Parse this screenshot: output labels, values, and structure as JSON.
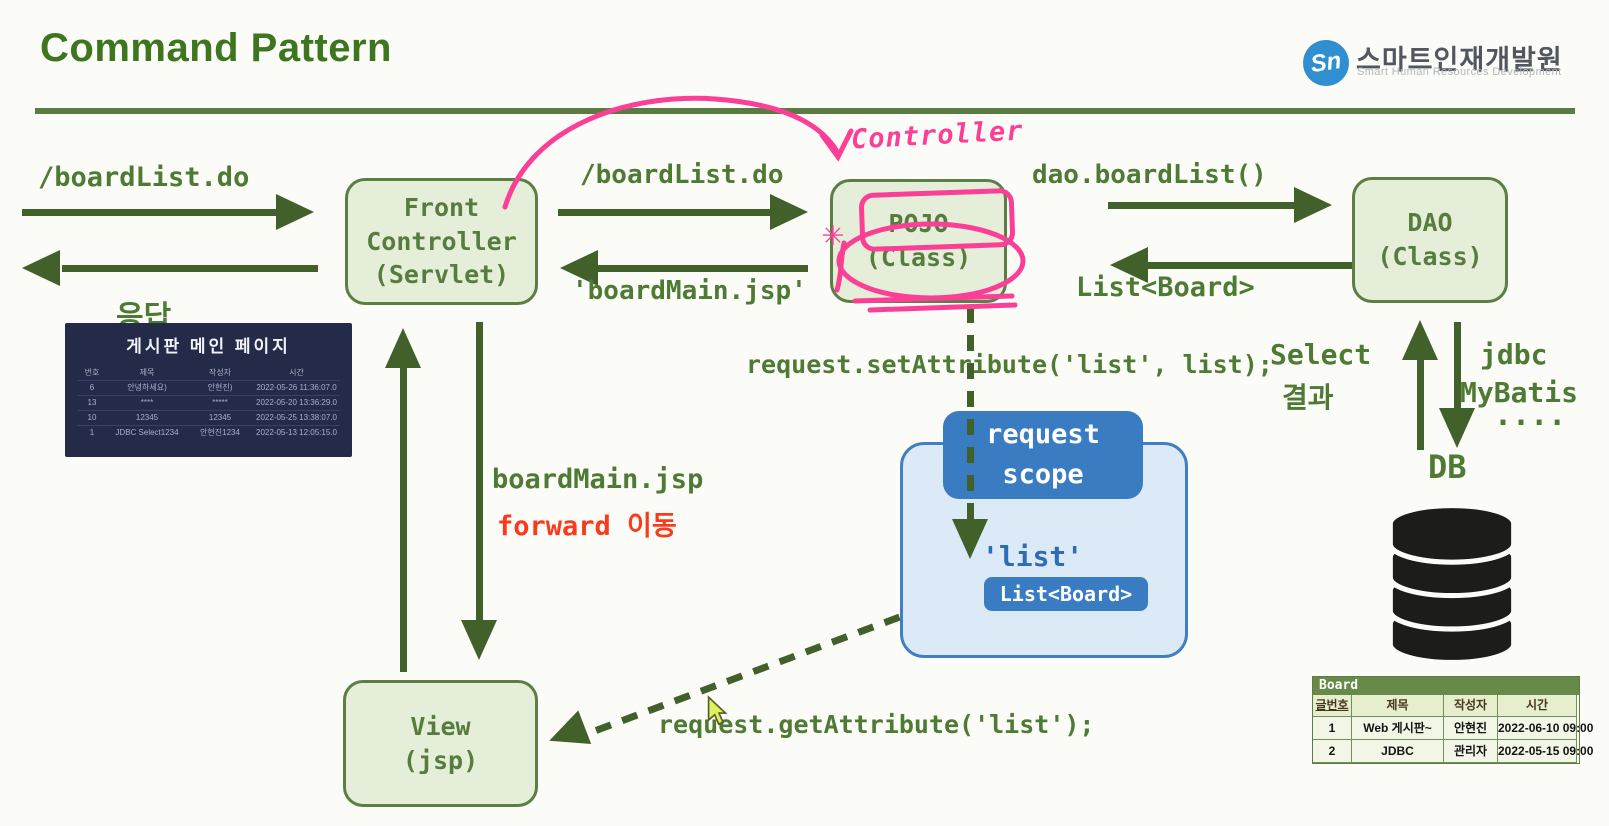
{
  "header": {
    "title": "Command Pattern",
    "logo": {
      "mark": "Sn",
      "ko": "스마트인재개발원",
      "en": "Smart Human Resources Development"
    }
  },
  "colors": {
    "accent_green": "#4e7a34",
    "box_border": "#5c7e44",
    "arrow_ink": "#42602a",
    "annotation_pink": "#fb3f96",
    "scope_blue": "#3a7cc2",
    "warn_red": "#f93b1d",
    "logo_blue": "#2f8fd0"
  },
  "nodes": {
    "front_controller": {
      "lines": [
        "Front",
        "Controller",
        "(Servlet)"
      ]
    },
    "pojo": {
      "lines": [
        "POJO",
        "(Class)"
      ]
    },
    "dao": {
      "lines": [
        "DAO",
        "(Class)"
      ]
    },
    "view": {
      "lines": [
        "View",
        "(jsp)"
      ]
    }
  },
  "edges": {
    "request_url": "/boardList.do",
    "response": "응답",
    "dispatch_url": "/boardList.do",
    "view_name": "'boardMain.jsp'",
    "dao_call": "dao.boardList()",
    "dao_return": "List<Board>",
    "select_line1": "Select",
    "select_line2": "결과",
    "jdbc_line1": "jdbc",
    "jdbc_line2": "MyBatis",
    "jdbc_line3": "....",
    "db": "DB",
    "forward_file": "boardMain.jsp",
    "forward_note": "forward 이동",
    "set_attr": "request.setAttribute('list', list);",
    "get_attr": "request.getAttribute('list');"
  },
  "annotation": {
    "controller": "Controller",
    "star": "✳"
  },
  "request_scope": {
    "line1": "request",
    "line2": "scope",
    "key": "'list'",
    "value": "List<Board>"
  },
  "board_preview": {
    "title": "게시판 메인 페이지",
    "headers": [
      "번호",
      "제목",
      "작성자",
      "시간"
    ],
    "rows": [
      [
        "6",
        "안녕하세요)",
        "안현진)",
        "2022-05-26 11:36:07.0"
      ],
      [
        "13",
        "****",
        "*****",
        "2022-05-20 13:36:29.0"
      ],
      [
        "10",
        "12345",
        "12345",
        "2022-05-25 13:38:07.0"
      ],
      [
        "1",
        "JDBC Select1234",
        "안현진1234",
        "2022-05-13 12:05:15.0"
      ]
    ]
  },
  "board_table": {
    "title": "Board",
    "headers": [
      "글번호",
      "제목",
      "작성자",
      "시간"
    ],
    "rows": [
      [
        "1",
        "Web 게시판~",
        "안현진",
        "2022-06-10 09:00"
      ],
      [
        "2",
        "JDBC",
        "관리자",
        "2022-05-15 09:00"
      ]
    ]
  }
}
